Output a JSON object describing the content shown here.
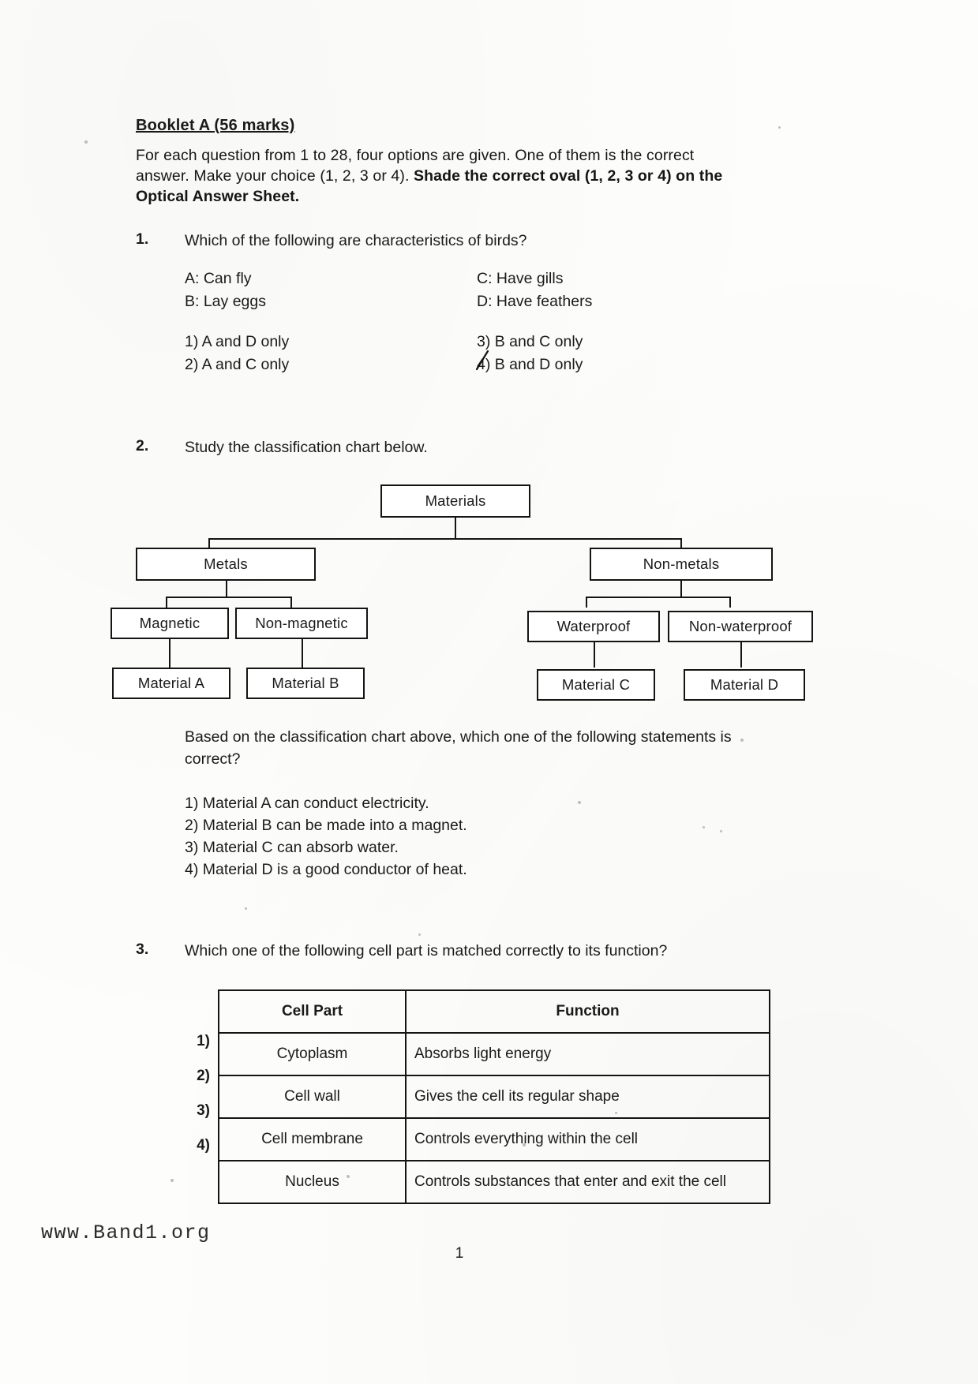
{
  "document": {
    "booklet_heading": "Booklet A (56 marks)",
    "instructions_line1": "For each question from 1 to 28, four options are given. One of them is the correct",
    "instructions_line2_plain": "answer. Make your choice (1, 2, 3 or 4). ",
    "instructions_line2_bold": "Shade the correct oval (1, 2, 3 or 4) on the",
    "instructions_line3_bold": "Optical Answer Sheet.",
    "page_number": "1",
    "watermark": "www.Band1.org"
  },
  "questions": [
    {
      "number": "1.",
      "stem": "Which of the following are characteristics of birds?",
      "statements": [
        "A: Can fly",
        "C: Have gills",
        "B: Lay eggs",
        "D: Have feathers"
      ],
      "options": [
        "1) A and D only",
        "3) B and C only",
        "2) A and C only",
        "4) B and D only"
      ],
      "marked_option_index": 3
    },
    {
      "number": "2.",
      "stem": "Study the classification chart below.",
      "follow_up_line1": "Based on the classification chart above, which one of the following statements is",
      "follow_up_line2": "correct?",
      "options": [
        "1) Material A can conduct electricity.",
        "2) Material B can be made into a magnet.",
        "3) Material C can absorb water.",
        "4) Material D is a good conductor of heat."
      ]
    },
    {
      "number": "3.",
      "stem": "Which one of the following cell part is matched correctly to its function?"
    }
  ],
  "classification_chart": {
    "root": "Materials",
    "level2": [
      "Metals",
      "Non-metals"
    ],
    "level3": [
      "Magnetic",
      "Non-magnetic",
      "Waterproof",
      "Non-waterproof"
    ],
    "level4": [
      "Material A",
      "Material B",
      "Material C",
      "Material D"
    ]
  },
  "cell_table": {
    "headers": [
      "Cell Part",
      "Function"
    ],
    "row_labels": [
      "1)",
      "2)",
      "3)",
      "4)"
    ],
    "rows": [
      [
        "Cytoplasm",
        "Absorbs light energy"
      ],
      [
        "Cell wall",
        "Gives the cell its regular shape"
      ],
      [
        "Cell membrane",
        "Controls everything within the cell"
      ],
      [
        "Nucleus",
        "Controls substances that enter and exit the cell"
      ]
    ]
  }
}
